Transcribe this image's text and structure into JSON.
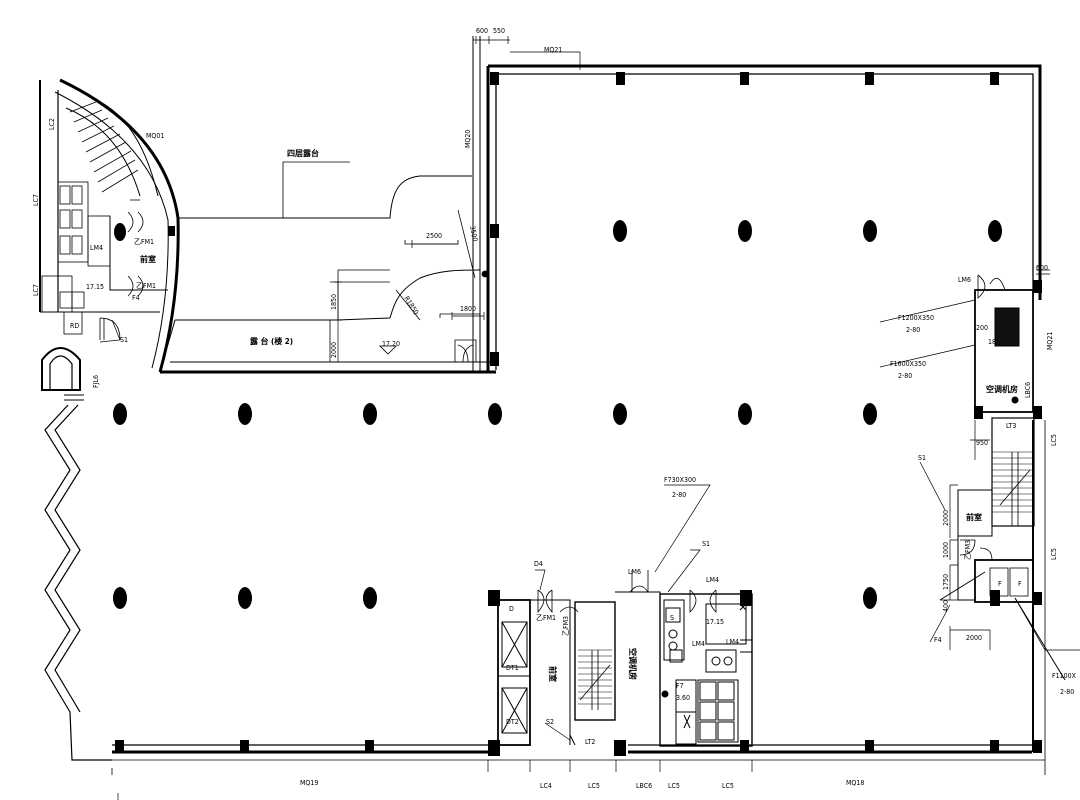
{
  "drawing": {
    "upper_labels": {
      "mq21_top": "MQ21",
      "mq20": "MQ20",
      "mq21_right": "MQ21",
      "mq01": "MQ01",
      "lc2": "LC2",
      "lc7_top": "LC7",
      "lc7_low": "LC7",
      "roof_terrace": "四层露台",
      "stage_floor2": "露 台 (楼 2)",
      "elev_left": "17.15",
      "elev_stage": "17.20",
      "elev_right_mid": "17.15",
      "lm4_left": "LM4",
      "lm6_right": "LM6",
      "lbc6_right": "LBC6",
      "lt3": "LT3",
      "lc5_r1": "LC5",
      "lc5_r2": "LC5",
      "room_front_left": "前室",
      "room_front_right": "前室",
      "room_ac_right": "空调机房",
      "zfm1_a": "乙FM1",
      "zfm1_b": "乙FM1",
      "zfm3_right": "乙FM3",
      "fjl6": "FJL6",
      "f4_left": "F4",
      "s1_left": "S1",
      "s1_right": "S1",
      "rd": "RD",
      "f1200": "F1200X350",
      "f1200_n": "2-80",
      "f1600": "F1600X350",
      "f1600_n": "2-80",
      "f1100": "F1100X",
      "f1100_n": "2-80",
      "f730": "F730X300",
      "f730_n": "2-80",
      "f4_right": "F4",
      "r1850": "R1850",
      "num_200": "200",
      "num_18": "18"
    },
    "lower_labels": {
      "d4": "D4",
      "d": "D",
      "dt1": "DT1",
      "dt2": "DT2",
      "lt2": "LT2",
      "s2": "S2",
      "lm6": "LM6",
      "lm4_a": "LM4",
      "lm4_b": "LM4",
      "lm4_c": "LM4",
      "s1": "S1",
      "s": "S",
      "f7": "F7",
      "elev": "17.15",
      "elev_b": "3.60",
      "room_front": "前室",
      "room_ac": "空调机房",
      "zfm1": "乙FM1",
      "zfm3": "乙FM3",
      "mq19": "MQ19",
      "mq18": "MQ18",
      "lc4": "LC4",
      "lc5_a": "LC5",
      "lbc6": "LBC6",
      "lc5_b": "LC5",
      "lc5_c": "LC5",
      "f_a": "F",
      "f_b": "F"
    },
    "dimensions": {
      "top_600": "600",
      "top_550": "550",
      "right_600": "600",
      "d2500": "2500",
      "d3500": "3500",
      "d1800": "1800",
      "d1850": "1850",
      "d2000": "2000",
      "d950": "950",
      "d2000_v": "2000",
      "d1000": "1000",
      "d1750": "1750",
      "d400": "400",
      "d2000_h": "2000"
    }
  }
}
